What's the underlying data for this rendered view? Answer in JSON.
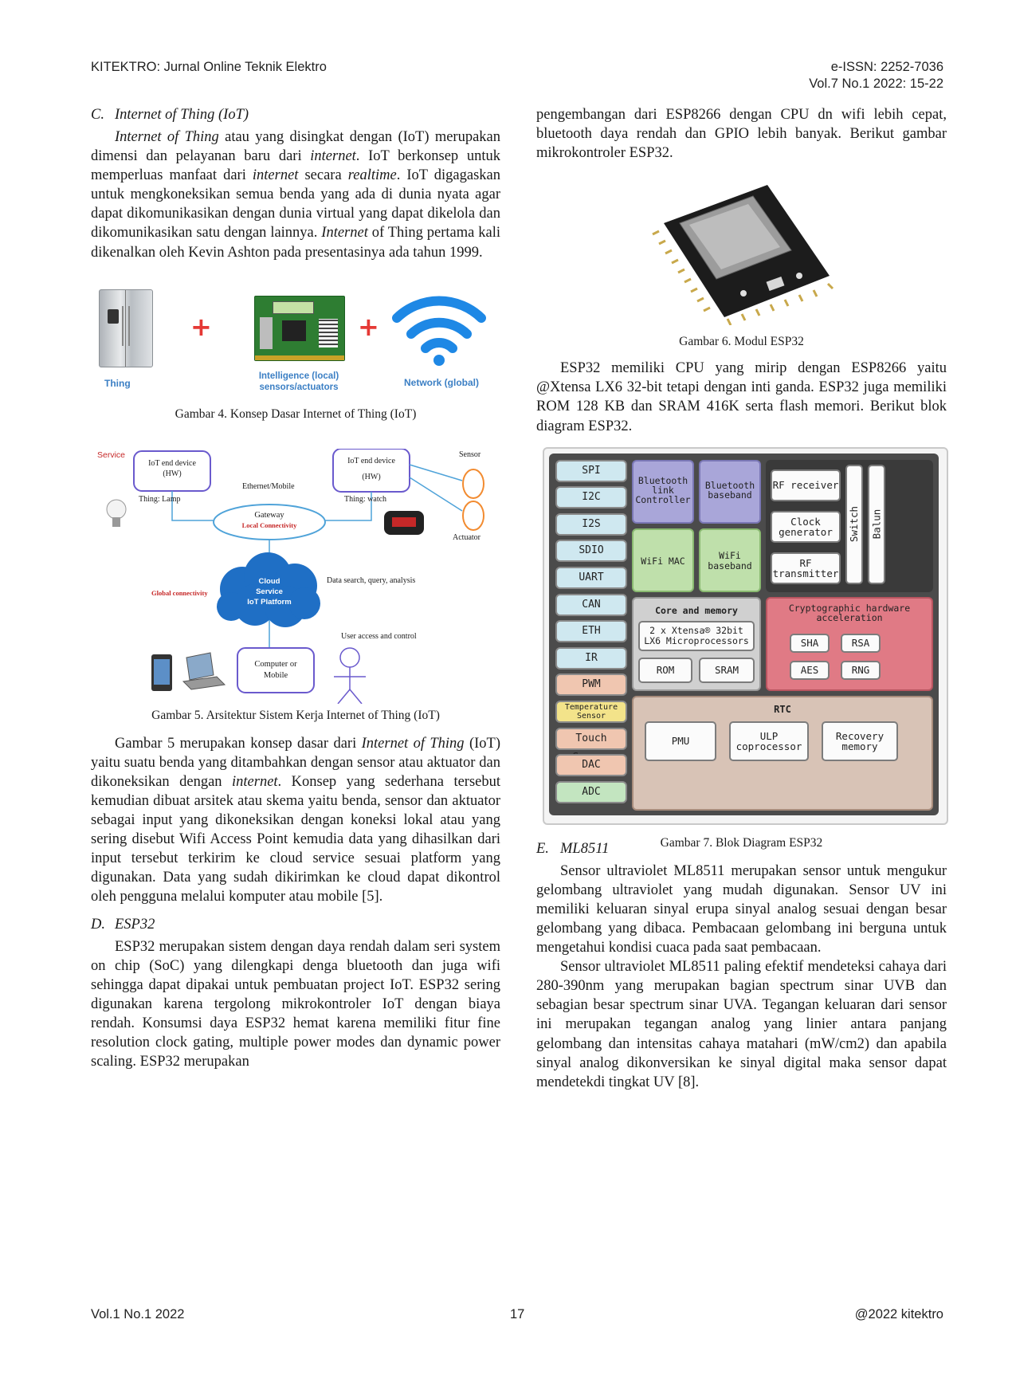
{
  "header": {
    "journal": "KITEKTRO: Jurnal Online Teknik Elektro",
    "issn": "e-ISSN: 2252-7036",
    "volume": "Vol.7 No.1 2022: 15-22"
  },
  "sections": {
    "c": {
      "number": "C.",
      "title": "Internet of Thing (IoT)",
      "p1": [
        "Internet of Thing",
        " atau yang disingkat dengan (IoT) merupakan dimensi dan pelayanan baru dari ",
        "internet",
        ". IoT berkonsep untuk memperluas manfaat dari ",
        "internet",
        " secara ",
        "realtime",
        ". IoT digagaskan untuk mengkoneksikan semua benda yang ada di dunia nyata agar dapat dikomunikasikan dengan dunia virtual yang dapat dikelola dan dikomunikasikan satu dengan lainnya. ",
        "Internet",
        " of Thing pertama kali dikenalkan oleh Kevin Ashton pada presentasinya ada tahun 1999."
      ],
      "fig4": {
        "thing": "Thing",
        "intelligence": "Intelligence (local)",
        "sensors": "sensors/actuators",
        "network": "Network (global)",
        "caption": "Gambar 4. Konsep Dasar Internet of Thing (IoT)"
      },
      "fig5": {
        "service": "Service",
        "device1": "IoT end device",
        "hw": "(HW)",
        "device2": "IoT end device",
        "sensor": "Sensor",
        "ethernet": "Ethernet/Mobile",
        "thing_lamp": "Thing: Lamp",
        "thing_watch": "Thing: watch",
        "gateway": "Gateway",
        "local": "Local Connectivity",
        "actuator": "Actuator",
        "cloud1": "Cloud",
        "cloud2": "Service",
        "cloud3": "IoT Platform",
        "data_search": "Data search, query, analysis",
        "global": "Global connectivity",
        "user_access": "User access and control",
        "computer": "Computer or",
        "mobile": "Mobile",
        "caption": "Gambar 5. Arsitektur Sistem Kerja Internet of Thing (IoT)"
      },
      "p2": [
        "Gambar 5 merupakan konsep dasar dari ",
        "Internet of Thing",
        " (IoT) yaitu suatu benda yang ditambahkan dengan sensor atau aktuator dan dikoneksikan dengan ",
        "internet",
        ". Konsep yang sederhana tersebut kemudian dibuat arsitek atau skema yaitu benda, sensor dan aktuator sebagai input yang dikoneksikan dengan koneksi lokal atau yang sering disebut Wifi Access Point kemudia data yang dihasilkan dari input tersebut terkirim ke cloud service sesuai platform yang digunakan. Data yang sudah dikirimkan ke cloud dapat dikontrol oleh pengguna melalui komputer atau mobile [5]."
      ]
    },
    "d": {
      "number": "D.",
      "title": "ESP32",
      "p1": "ESP32 merupakan sistem dengan daya rendah dalam seri system on chip (SoC) yang dilengkapi denga bluetooth dan juga wifi sehingga dapat dipakai untuk pembuatan project IoT. ESP32 sering digunakan karena tergolong mikrokontroler IoT dengan biaya rendah. Konsumsi daya ESP32 hemat karena memiliki fitur fine resolution clock gating, multiple power modes dan dynamic power scaling. ESP32 merupakan",
      "p1_cont": "pengembangan dari ESP8266 dengan CPU dn wifi lebih cepat, bluetooth daya rendah dan GPIO lebih banyak. Berikut gambar mikrokontroler ESP32.",
      "fig6_caption": "Gambar  6. Modul ESP32",
      "p2": "ESP32 memiliki CPU yang mirip dengan ESP8266 yaitu @Xtensa LX6 32-bit tetapi dengan inti ganda. ESP32 juga memiliki ROM 128 KB dan SRAM 416K serta flash memori. Berikut blok diagram ESP32.",
      "fig7_caption": "Gambar  7. Blok Diagram ESP32"
    },
    "e": {
      "number": "E.",
      "title": "ML8511",
      "p1": "Sensor ultraviolet ML8511 merupakan sensor untuk mengukur gelombang ultraviolet yang mudah digunakan. Sensor UV ini memiliki keluaran sinyal erupa sinyal analog sesuai dengan besar gelombang yang dibaca. Pembacaan gelombang ini berguna untuk mengetahui kondisi cuaca pada saat pembacaan.",
      "p2": "Sensor ultraviolet ML8511 paling efektif mendeteksi cahaya dari 280-390nm yang merupakan bagian spectrum sinar UVB dan sebagian besar spectrum sinar UVA. Tegangan keluaran dari sensor ini merupakan tegangan analog yang linier antara panjang gelombang dan intensitas cahaya matahari (mW/cm2) dan apabila sinyal analog dikonversikan ke sinyal digital maka sensor dapat mendetekdi tingkat UV [8]."
    }
  },
  "block_diagram": {
    "peripherals": [
      "SPI",
      "I2C",
      "I2S",
      "SDIO",
      "UART",
      "CAN",
      "ETH",
      "IR",
      "PWM",
      "Temperature Sensor",
      "Touch Sensor",
      "DAC",
      "ADC"
    ],
    "bt_link": "Bluetooth link Controller",
    "bt_baseband": "Bluetooth baseband",
    "wifi_mac": "WiFi MAC",
    "wifi_baseband": "WiFi baseband",
    "rf_receiver": "RF receiver",
    "clock_gen": "Clock generator",
    "rf_transmitter": "RF transmitter",
    "switch": "Switch",
    "balun": "Balun",
    "core_title": "Core and memory",
    "cpu": "2 x Xtensa® 32bit LX6 Microprocessors",
    "rom": "ROM",
    "sram": "SRAM",
    "crypto_title": "Cryptographic hardware acceleration",
    "sha": "SHA",
    "rsa": "RSA",
    "aes": "AES",
    "rng": "RNG",
    "rtc": "RTC",
    "pmu": "PMU",
    "ulp": "ULP coprocessor",
    "recovery": "Recovery memory"
  },
  "footer": {
    "left": "Vol.1 No.1 2022",
    "page": "17",
    "right": "@2022 kitektro"
  }
}
